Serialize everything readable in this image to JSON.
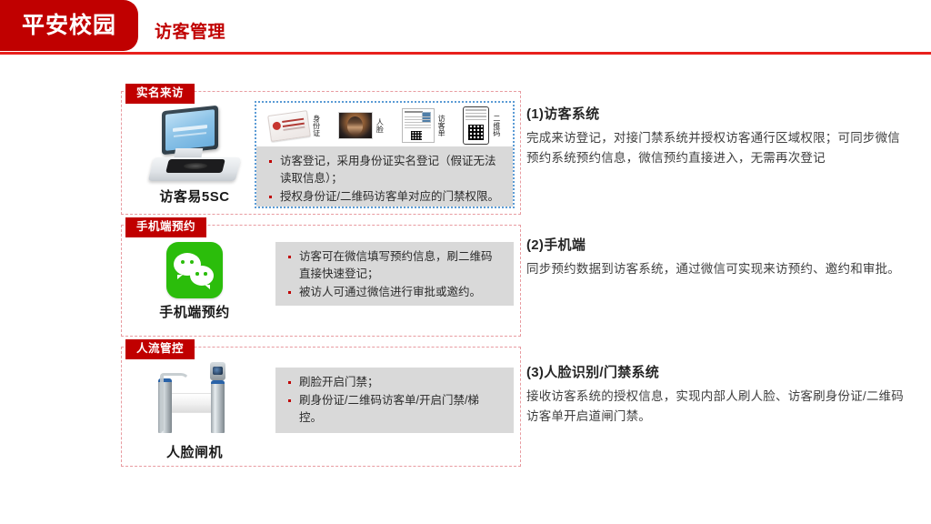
{
  "header": {
    "brand": "平安校园",
    "subtitle": "访客管理",
    "brand_bg": "#c00000",
    "rule_color": "#e8201c"
  },
  "cards": [
    {
      "badge": "实名来访",
      "device_caption": "访客易5SC",
      "device_icon": "visitor-kiosk-icon",
      "icon_strip": [
        {
          "label": "身份证",
          "icon": "id-card-icon"
        },
        {
          "label": "人脸",
          "icon": "face-photo-icon"
        },
        {
          "label": "访客单",
          "icon": "visitor-form-icon"
        },
        {
          "label": "二维码",
          "icon": "qr-code-phone-icon"
        }
      ],
      "bullets": [
        "访客登记，采用身份证实名登记（假证无法读取信息）；",
        "授权身份证/二维码访客单对应的门禁权限。"
      ]
    },
    {
      "badge": "手机端预约",
      "device_caption": "手机端预约",
      "device_icon": "wechat-icon",
      "bullets": [
        "访客可在微信填写预约信息，刷二维码直接快速登记；",
        "被访人可通过微信进行审批或邀约。"
      ]
    },
    {
      "badge": "人流管控",
      "device_caption": "人脸闸机",
      "device_icon": "face-turnstile-icon",
      "bullets": [
        "刷脸开启门禁；",
        "刷身份证/二维码访客单/开启门禁/梯控。"
      ]
    }
  ],
  "explanations": [
    {
      "title": "(1)访客系统",
      "body": "完成来访登记，对接门禁系统并授权访客通行区域权限；可同步微信预约系统预约信息，微信预约直接进入，无需再次登记"
    },
    {
      "title": "(2)手机端",
      "body": "同步预约数据到访客系统，通过微信可实现来访预约、邀约和审批。"
    },
    {
      "title": "(3)人脸识别/门禁系统",
      "body": "接收访客系统的授权信息，实现内部人刷人脸、访客刷身份证/二维码访客单开启道闸门禁。"
    }
  ]
}
